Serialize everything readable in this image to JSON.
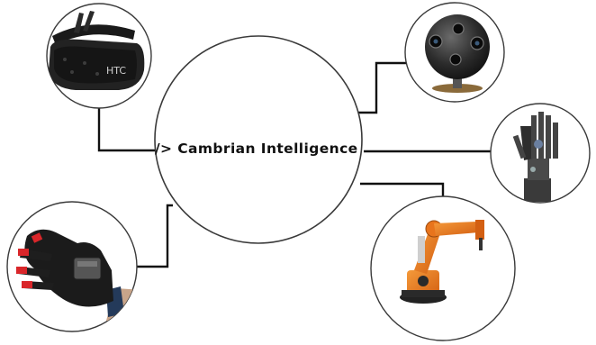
{
  "diagram": {
    "center_label": "/> Cambrian Intelligence",
    "nodes": [
      {
        "id": "vr-headset",
        "depicts": "HTC VR headset",
        "brand_text": "HTC"
      },
      {
        "id": "camera-360",
        "depicts": "spherical 360 camera"
      },
      {
        "id": "robotic-hand",
        "depicts": "robotic hand"
      },
      {
        "id": "industrial-robot",
        "depicts": "orange industrial robot arm"
      },
      {
        "id": "haptic-glove",
        "depicts": "haptic glove with sensor module"
      }
    ]
  },
  "colors": {
    "line": "#111111",
    "circle_stroke": "#3a3a3a",
    "background": "#ffffff",
    "robot_orange": "#e8741c"
  }
}
